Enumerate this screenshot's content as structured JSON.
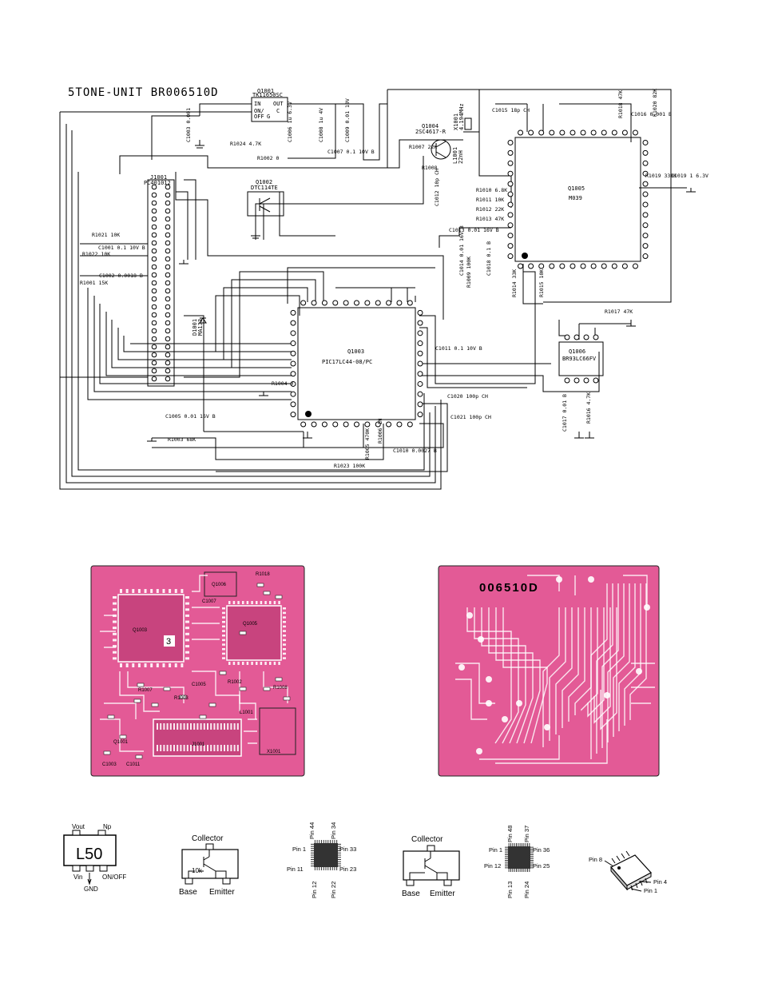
{
  "schematic": {
    "title": "5TONE-UNIT BR006510D",
    "components": {
      "q1001": {
        "ref": "Q1001",
        "part": "TK11650SC",
        "pin_in": "IN",
        "pin_out": "OUT",
        "pin_onoff_1": "ON/",
        "pin_onoff_2": "OFF",
        "pin_c": "C",
        "pin_g": "G"
      },
      "q1002": {
        "ref": "Q1002",
        "part": "DTC114TE"
      },
      "q1003": {
        "ref": "Q1003",
        "part": "PIC17LC44-08/PC"
      },
      "q1004": {
        "ref": "Q1004",
        "part": "2SC4617-R"
      },
      "q1005": {
        "ref": "Q1005",
        "part": "M039"
      },
      "q1006": {
        "ref": "Q1006",
        "part": "BR93LC66FV"
      },
      "j1001": {
        "ref": "J1001",
        "part": "PC401012"
      },
      "x1001": {
        "ref": "X1001",
        "part": "4.194MHz"
      },
      "d1001": {
        "ref": "D1001",
        "part": "MA133"
      },
      "l1001": {
        "ref": "L1001",
        "part": "22nH"
      }
    },
    "labels": {
      "c1003": "C1003 0.001",
      "c1006": "C1006 1u 6.3V",
      "c1008": "C1008 1u 4V",
      "c1009": "C1009 0.01 10V",
      "c1007": "C1007 0.1 10V B",
      "r1024": "R1024 4.7K",
      "r1002": "R1002 0",
      "r1007": "R1007 22K",
      "r1008": "R1008",
      "c1012": "C1012 10p CH",
      "c1015": "C1015 18p CH",
      "r1018": "R1018 47K",
      "c1016": "C1016 0.001 B",
      "r1020": "R1020 82K",
      "r1019": "R1019 330K",
      "c1019": "C1019 1 6.3V",
      "r1021": "R1021 10K",
      "c1001": "C1001 0.1 10V B",
      "r1022": "R1022 10K",
      "c1002": "C1002 0.0018 B",
      "r1001": "R1001 15K",
      "r1010": "R1010 6.8K",
      "r1011": "R1011 10K",
      "r1012": "R1012 22K",
      "r1013": "R1013 47K",
      "c1013": "C1013 0.01 16V B",
      "c1014": "C1014 0.01 16V B",
      "r1009": "R1009 100K",
      "c1018": "C1018 0.1 B",
      "r1014": "R1014 33K",
      "r1015": "R1015 10K",
      "r1017": "R1017 47K",
      "c1011": "C1011 0.1 10V B",
      "r1004": "R1004 0",
      "c1020": "C1020 100p CH",
      "c1021": "C1021 100p CH",
      "c1005": "C1005 0.01 16V B",
      "r1003": "R1003 68K",
      "r1005": "R1005 470K",
      "r1006": "R1006 1M",
      "c1010": "C1010 0.0027 B",
      "r1023": "R1023 100K",
      "c1017": "C1017 0.01 B",
      "r1016": "R1016 4.7K"
    }
  },
  "pcb": {
    "left_labels": [
      "Q1003",
      "3",
      "Q1006",
      "Q1005",
      "C1007",
      "J1001",
      "X1001",
      "Q1001",
      "C1003",
      "C1011",
      "R1018",
      "R1007",
      "R1008",
      "R1002",
      "R1003",
      "C1005",
      "L1001"
    ],
    "right_label": "006510D"
  },
  "pinouts": {
    "regulator": {
      "mark": "L50",
      "vout": "Vout",
      "np": "Np",
      "vin": "Vin",
      "gnd": "GND",
      "onoff": "ON/OFF"
    },
    "digital_transistor": {
      "collector": "Collector",
      "resistor": "10k",
      "base": "Base",
      "emitter": "Emitter"
    },
    "qfp44": {
      "pin1": "Pin 1",
      "pin44": "Pin 44",
      "pin34": "Pin 34",
      "pin33": "Pin 33",
      "pin11": "Pin 11",
      "pin12": "Pin 12",
      "pin22": "Pin 22",
      "pin23": "Pin 23"
    },
    "transistor": {
      "collector": "Collector",
      "base": "Base",
      "emitter": "Emitter"
    },
    "qfp48": {
      "pin1": "Pin 1",
      "pin48": "Pin 48",
      "pin37": "Pin 37",
      "pin36": "Pin 36",
      "pin12": "Pin 12",
      "pin13": "Pin 13",
      "pin24": "Pin 24",
      "pin25": "Pin 25"
    },
    "sop8": {
      "pin8": "Pin 8",
      "pin4": "Pin 4",
      "pin1": "Pin 1"
    }
  }
}
